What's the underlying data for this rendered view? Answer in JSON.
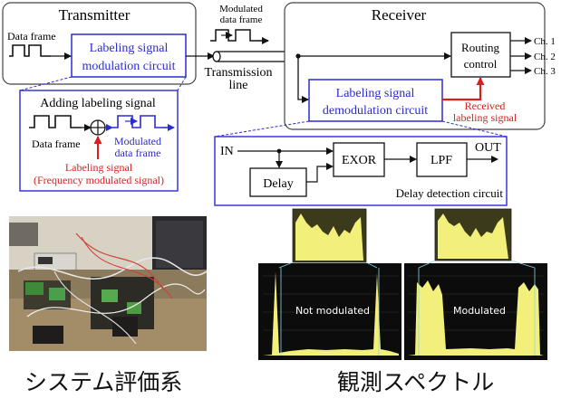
{
  "transmitter": {
    "title": "Transmitter",
    "data_frame_label": "Data frame",
    "mod_box_line1": "Labeling signal",
    "mod_box_line2": "modulation circuit"
  },
  "channel": {
    "modulated_line1": "Modulated",
    "modulated_line2": "data frame",
    "tline_line1": "Transmission",
    "tline_line2": "line"
  },
  "receiver": {
    "title": "Receiver",
    "routing_line1": "Routing",
    "routing_line2": "control",
    "channels": [
      "Ch. 1",
      "Ch. 2",
      "Ch. 3"
    ],
    "demod_line1": "Labeling signal",
    "demod_line2": "demodulation circuit",
    "received_line1": "Received",
    "received_line2": "labeling signal"
  },
  "adding": {
    "title": "Adding labeling signal",
    "data_frame_label": "Data frame",
    "modulated_line1": "Modulated",
    "modulated_line2": "data frame",
    "labeling_line1": "Labeling signal",
    "labeling_line2": "(Frequency modulated signal)"
  },
  "delay_circuit": {
    "in_label": "IN",
    "out_label": "OUT",
    "delay_label": "Delay",
    "exor_label": "EXOR",
    "lpf_label": "LPF",
    "caption": "Delay detection circuit"
  },
  "spectra": {
    "left_label": "Not modulated",
    "right_label": "Modulated"
  },
  "captions": {
    "system_eval": "システム評価系",
    "observed_spectrum": "観測スペクトル"
  },
  "colors": {
    "block_border": "#2b2bd0",
    "label_blue": "#2b2bd0",
    "label_red": "#d62020",
    "spectrum_yellow": "#f2ef7a"
  }
}
